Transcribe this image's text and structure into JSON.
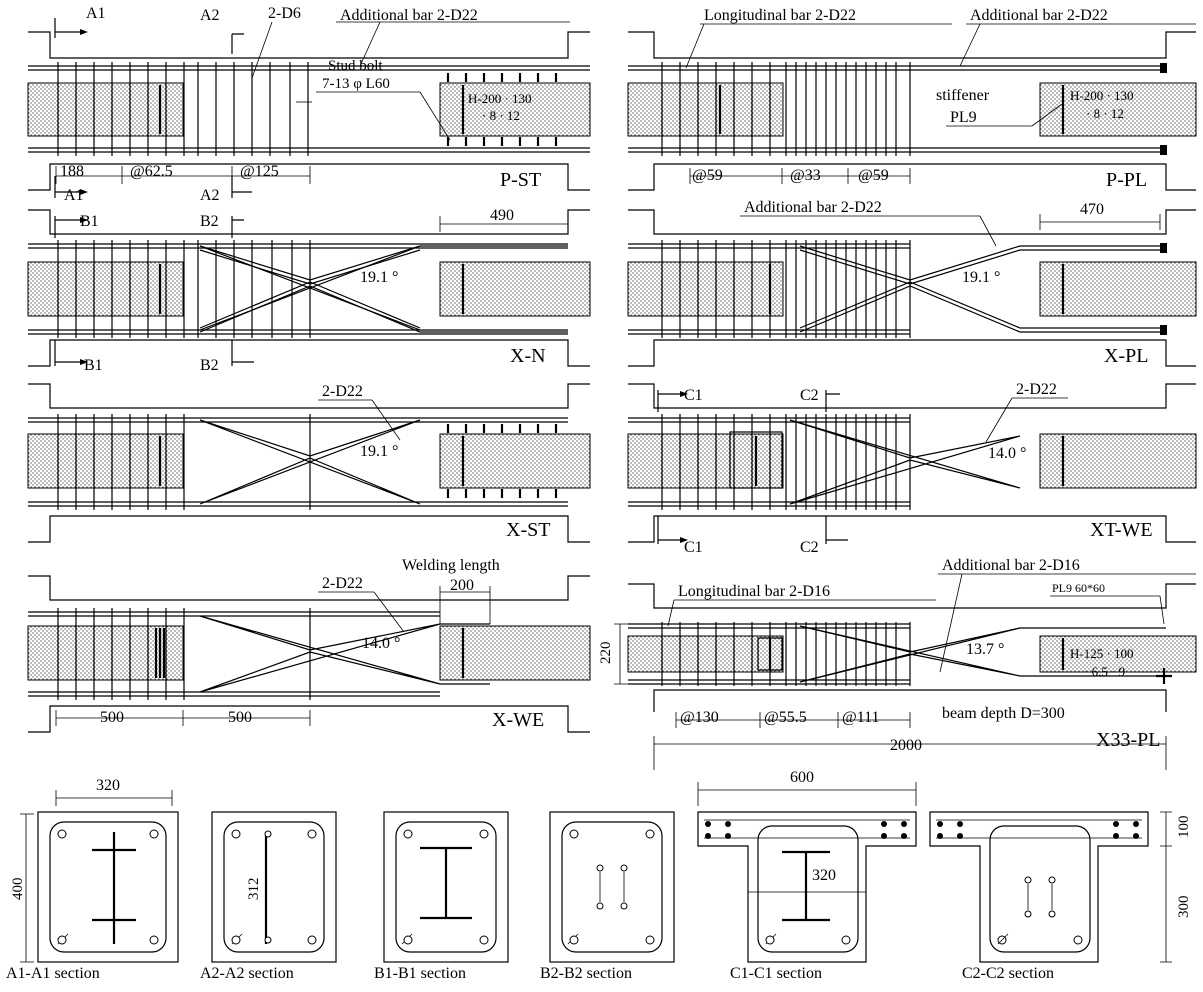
{
  "panels": {
    "pst": {
      "tag": "P-ST",
      "cut_a1": "A1",
      "cut_a2": "A2",
      "bar_2d6": "2-D6",
      "additional_bar": "Additional bar 2-D22",
      "stud_bolt_1": "Stud bolt",
      "stud_bolt_2": "7-13 φ L60",
      "h_section_1": "H-200 · 130",
      "h_section_2": "· 8 · 12",
      "dim_188": "188",
      "dim_62": "@62.5",
      "dim_125": "@125"
    },
    "ppl": {
      "tag": "P-PL",
      "longitudinal": "Longitudinal bar 2-D22",
      "additional_bar": "Additional bar 2-D22",
      "stiffener_1": "stiffener",
      "stiffener_2": "PL9",
      "h_section_1": "H-200 · 130",
      "h_section_2": "· 8 · 12",
      "dim_59a": "@59",
      "dim_33": "@33",
      "dim_59b": "@59"
    },
    "xn": {
      "tag": "X-N",
      "cut_b1": "B1",
      "cut_b2": "B2",
      "dim_490": "490",
      "angle": "19.1 °"
    },
    "xpl": {
      "tag": "X-PL",
      "additional_bar": "Additional bar 2-D22",
      "dim_470": "470",
      "angle": "19.1 °"
    },
    "xst": {
      "tag": "X-ST",
      "bar": "2-D22",
      "angle": "19.1 °"
    },
    "xtwe": {
      "tag": "XT-WE",
      "cut_c1": "C1",
      "cut_c2": "C2",
      "bar": "2-D22",
      "angle": "14.0 °"
    },
    "xwe": {
      "tag": "X-WE",
      "bar": "2-D22",
      "welding": "Welding length",
      "dim_200": "200",
      "angle": "14.0 °",
      "dim_500a": "500",
      "dim_500b": "500"
    },
    "x33pl": {
      "tag": "X33-PL",
      "longitudinal": "Longitudinal bar 2-D16",
      "additional_bar": "Additional bar 2-D16",
      "plate": "PL9 60*60",
      "angle": "13.7 °",
      "h_section_1": "H-125 · 100",
      "h_section_2": "· 6.5 · 9",
      "dim_220": "220",
      "dim_130": "@130",
      "dim_55": "@55.5",
      "dim_111": "@111",
      "beam_depth": "beam depth D=300",
      "dim_2000": "2000"
    }
  },
  "sections": {
    "a1": {
      "label": "A1-A1 section",
      "width": "320",
      "height": "400"
    },
    "a2": {
      "label": "A2-A2 section",
      "dim": "312"
    },
    "b1": {
      "label": "B1-B1 section"
    },
    "b2": {
      "label": "B2-B2 section"
    },
    "c1": {
      "label": "C1-C1 section",
      "width": "600",
      "dim": "320"
    },
    "c2": {
      "label": "C2-C2 section",
      "slab": "100",
      "web": "300"
    }
  }
}
